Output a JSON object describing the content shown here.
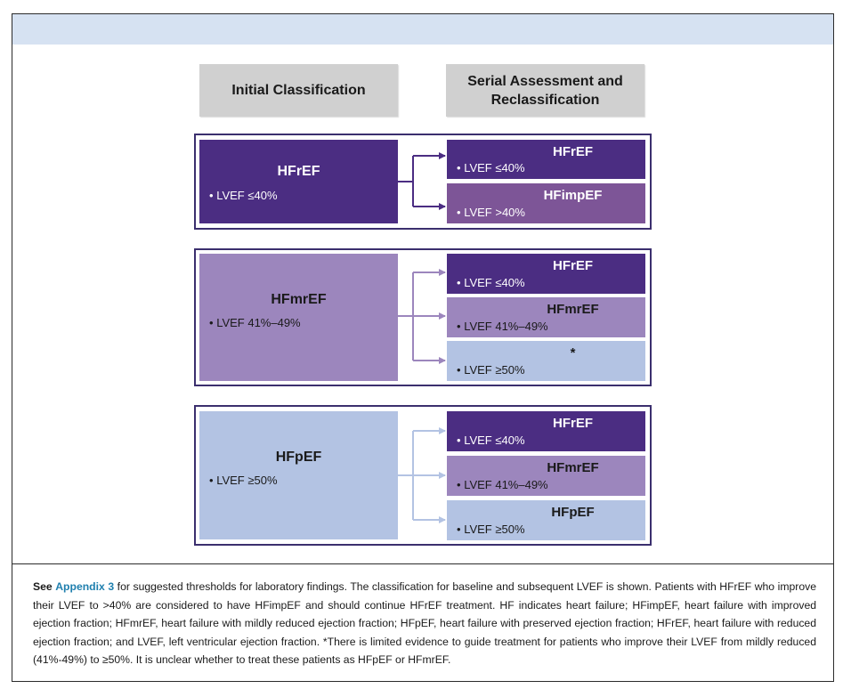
{
  "headers": {
    "initial": "Initial Classification",
    "serial_line1": "Serial Assessment and",
    "serial_line2": "Reclassification"
  },
  "groups": [
    {
      "initial": {
        "name": "HFrEF",
        "criterion": "LVEF ≤40%"
      },
      "outcomes": [
        {
          "name": "HFrEF",
          "criterion": "LVEF ≤40%"
        },
        {
          "name": "HFimpEF",
          "criterion": "LVEF >40%"
        }
      ]
    },
    {
      "initial": {
        "name": "HFmrEF",
        "criterion": "LVEF 41%–49%"
      },
      "outcomes": [
        {
          "name": "HFrEF",
          "criterion": "LVEF ≤40%"
        },
        {
          "name": "HFmrEF",
          "criterion": "LVEF 41%–49%"
        },
        {
          "name": "*",
          "criterion": "LVEF ≥50%"
        }
      ]
    },
    {
      "initial": {
        "name": "HFpEF",
        "criterion": "LVEF ≥50%"
      },
      "outcomes": [
        {
          "name": "HFrEF",
          "criterion": "LVEF ≤40%"
        },
        {
          "name": "HFmrEF",
          "criterion": "LVEF 41%–49%"
        },
        {
          "name": "HFpEF",
          "criterion": "LVEF ≥50%"
        }
      ]
    }
  ],
  "bullet": "•",
  "colors": {
    "dark_purple": "#4b2d82",
    "mid_purple": "#7d5597",
    "lavender": "#9c86bd",
    "light_blue": "#b3c3e3",
    "header_gray": "#d0d0d0",
    "link": "#1f7fae"
  },
  "caption": {
    "see": "See",
    "link": "Appendix 3",
    "text": " for suggested thresholds for laboratory findings. The classification for baseline and subsequent LVEF is shown. Patients with HFrEF who improve their LVEF to >40% are considered to have HFimpEF and should continue HFrEF treatment. HF indicates heart failure; HFimpEF, heart failure with improved ejection fraction; HFmrEF, heart failure with mildly reduced ejection fraction; HFpEF, heart failure with preserved ejection fraction; HFrEF, heart failure with reduced ejection fraction; and LVEF, left ventricular ejection fraction. *There is limited evidence to guide treatment for patients who improve their LVEF from mildly reduced (41%-49%) to ≥50%. It is unclear whether to treat these patients as HFpEF or HFmrEF."
  }
}
